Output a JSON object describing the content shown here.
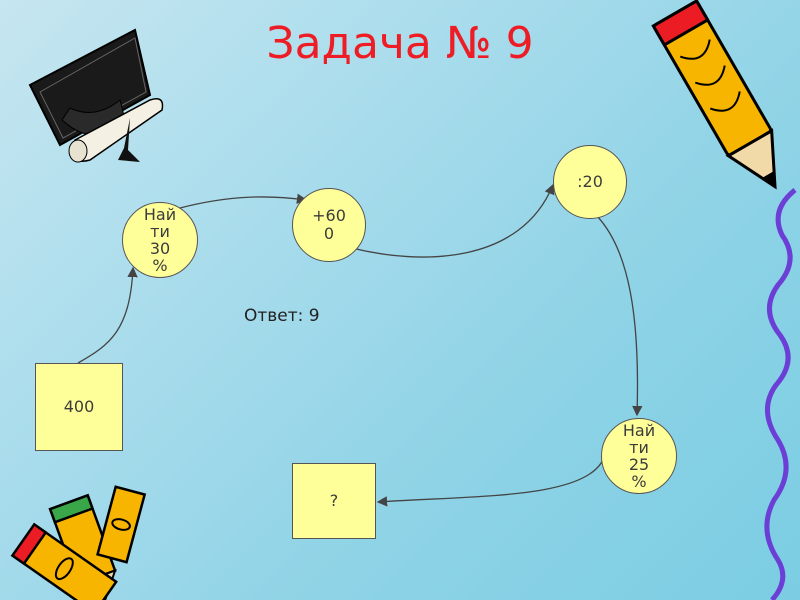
{
  "title": "Задача № 9",
  "answer": "Ответ: 9",
  "nodes": {
    "start": "400",
    "find30": "Най\nти\n30\n%",
    "plus600": "+60\n0",
    "div20": ":20",
    "find25": "Най\nти\n25\n%",
    "result": "?"
  },
  "icons": [
    "graduation-cap-icon",
    "pencil-icon",
    "crayons-icon",
    "wavy-line-icon"
  ],
  "colors": {
    "title": "#ee1c24",
    "node_fill": "#ffff99",
    "wave": "#6b3fd6"
  }
}
